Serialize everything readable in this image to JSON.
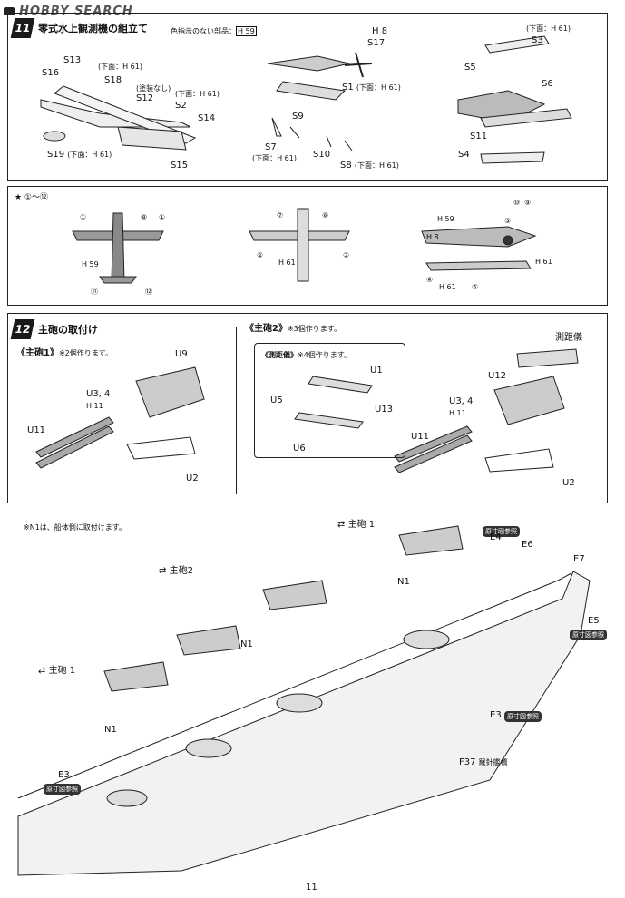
{
  "watermark": "HOBBY SEARCH",
  "page_number": "11",
  "step11": {
    "number": "11",
    "title": "零式水上観測機の組立て",
    "note_prefix": "色指示のない部品：",
    "note_part": "H 59",
    "labels": [
      "S13",
      "S16",
      "S18",
      "S12",
      "S2",
      "S14",
      "S15",
      "S19",
      "H 8",
      "S17",
      "S1",
      "S9",
      "S7",
      "S10",
      "S8",
      "S3",
      "S5",
      "S6",
      "S11",
      "S4"
    ],
    "sub": {
      "h61": "(下面：H 61)",
      "unpainted": "(塗装なし)"
    }
  },
  "marking": {
    "star_label": "★ ①～⑫",
    "labels": [
      "①",
      "⑧",
      "①",
      "H 59",
      "⑪",
      "⑫",
      "⑦",
      "⑥",
      "②",
      "H 61",
      "②",
      "③",
      "⑩",
      "⑨",
      "H 59",
      "H 8",
      "④",
      "H 61",
      "⑤",
      "H 61"
    ]
  },
  "step12": {
    "number": "12",
    "title": "主砲の取付け",
    "gun1_title": "《主砲1》",
    "gun1_note": "※2個作ります。",
    "gun2_title": "《主砲2》",
    "gun2_note": "※3個作ります。",
    "rf_title": "《測距儀》",
    "rf_note": "※4個作ります。",
    "labels_left": [
      "U9",
      "U3, 4",
      "H 11",
      "U11",
      "U2"
    ],
    "labels_right": [
      "測距儀",
      "U12",
      "U3, 4",
      "H 11",
      "U11",
      "U2"
    ],
    "labels_rf": [
      "U1",
      "U5",
      "U13",
      "U6"
    ]
  },
  "hull": {
    "note": "※N1は、船体側に取付けます。",
    "gun1": "主砲 1",
    "gun2": "主砲2",
    "ref": "原寸図参照",
    "labels": [
      "N1",
      "N1",
      "N1",
      "E4",
      "E6",
      "E7",
      "E5",
      "E3",
      "E3",
      "F37",
      "羅針艦橋"
    ]
  }
}
